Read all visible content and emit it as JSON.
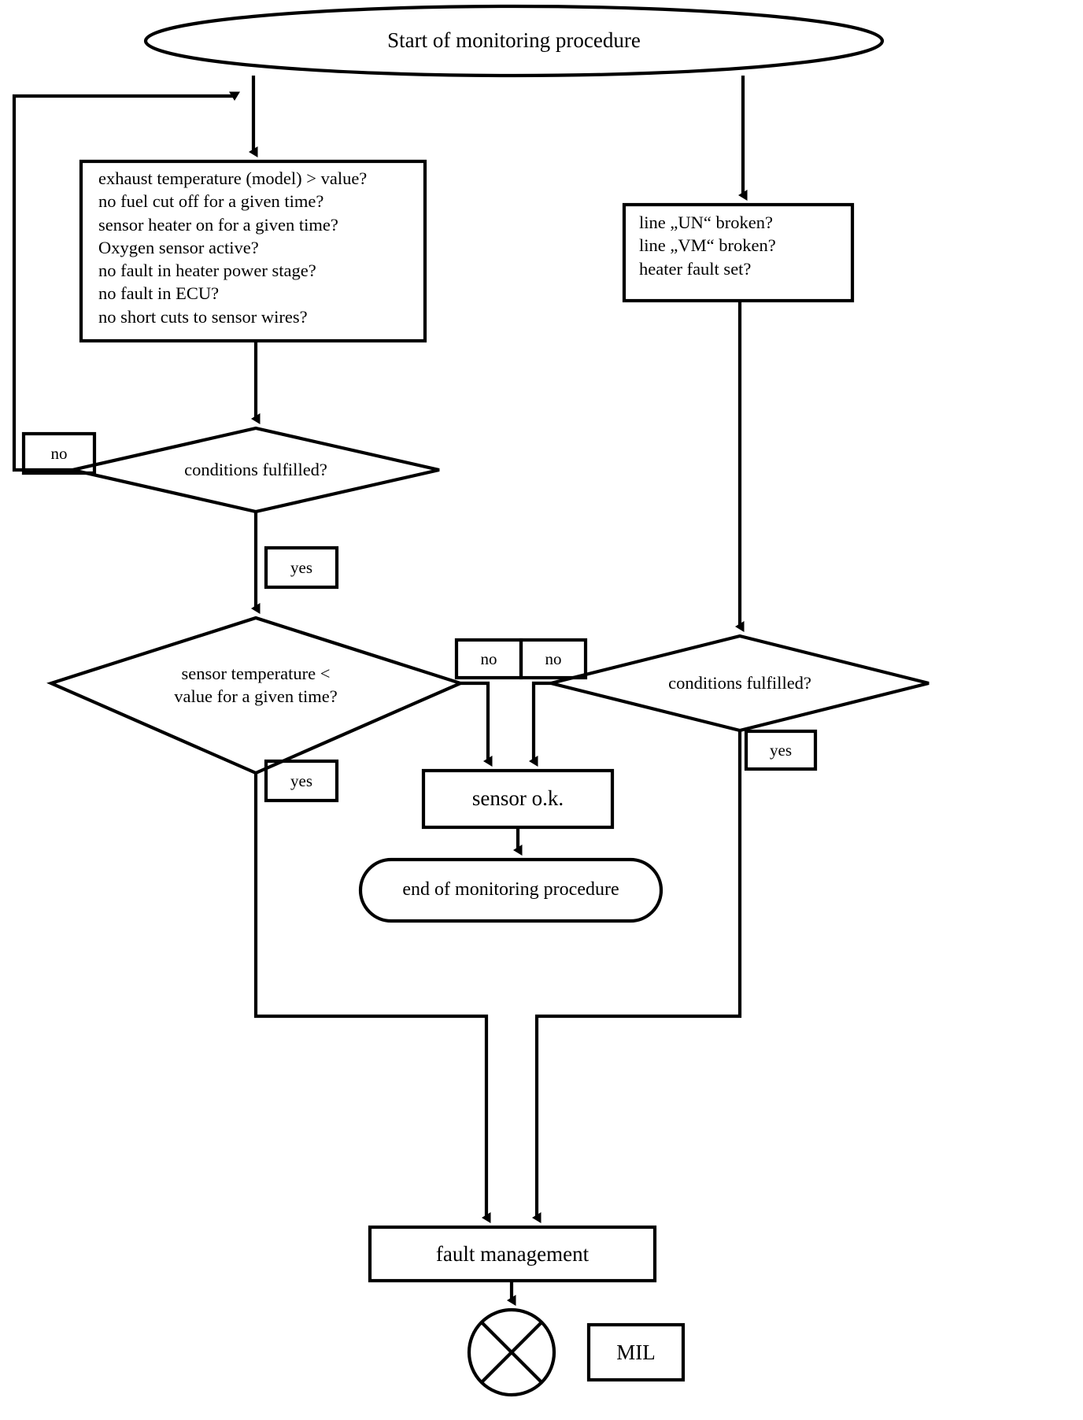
{
  "diagram": {
    "title": "Start of monitoring procedure",
    "type": "flowchart",
    "nodes": {
      "start": {
        "shape": "ellipse",
        "label": "Start of monitoring procedure"
      },
      "conditions_left": {
        "shape": "process",
        "lines": [
          "exhaust temperature (model) > value?",
          "no fuel cut off for a given time?",
          "sensor heater on for a given time?",
          "Oxygen sensor active?",
          "no fault in heater power stage?",
          "no fault in ECU?",
          "no short cuts to sensor wires?"
        ],
        "label": "exhaust temperature (model) > value?\nno fuel cut off for a given time?\nsensor heater on for a given time?\nOxygen sensor active?\nno fault in heater power stage?\nno fault in ECU?\nno short cuts to sensor wires?"
      },
      "conditions_right": {
        "shape": "process",
        "lines": [
          "line „UN“ broken?",
          "line „VM“ broken?",
          "heater fault set?"
        ],
        "label": "line „UN“ broken?\nline „VM“ broken?\nheater fault set?"
      },
      "decision_left": {
        "shape": "diamond",
        "label": "conditions fulfilled?"
      },
      "decision_right": {
        "shape": "diamond",
        "label": "conditions fulfilled?"
      },
      "decision_sensor_temp": {
        "shape": "diamond",
        "label": "sensor temperature <\nvalue for a given time?"
      },
      "sensor_ok": {
        "shape": "process",
        "label": "sensor o.k."
      },
      "end": {
        "shape": "terminator",
        "label": "end of monitoring procedure"
      },
      "fault_management": {
        "shape": "process",
        "label": "fault management"
      },
      "mil_indicator": {
        "shape": "circle-x",
        "label": ""
      },
      "mil_label": {
        "shape": "process",
        "label": "MIL"
      }
    },
    "edge_labels": {
      "left_no": "no",
      "left_yes": "yes",
      "sensor_temp_yes": "yes",
      "mid_no_a": "no",
      "mid_no_b": "no",
      "right_yes": "yes"
    },
    "colors": {
      "stroke": "#000000",
      "background": "#ffffff",
      "text": "#000000"
    }
  }
}
